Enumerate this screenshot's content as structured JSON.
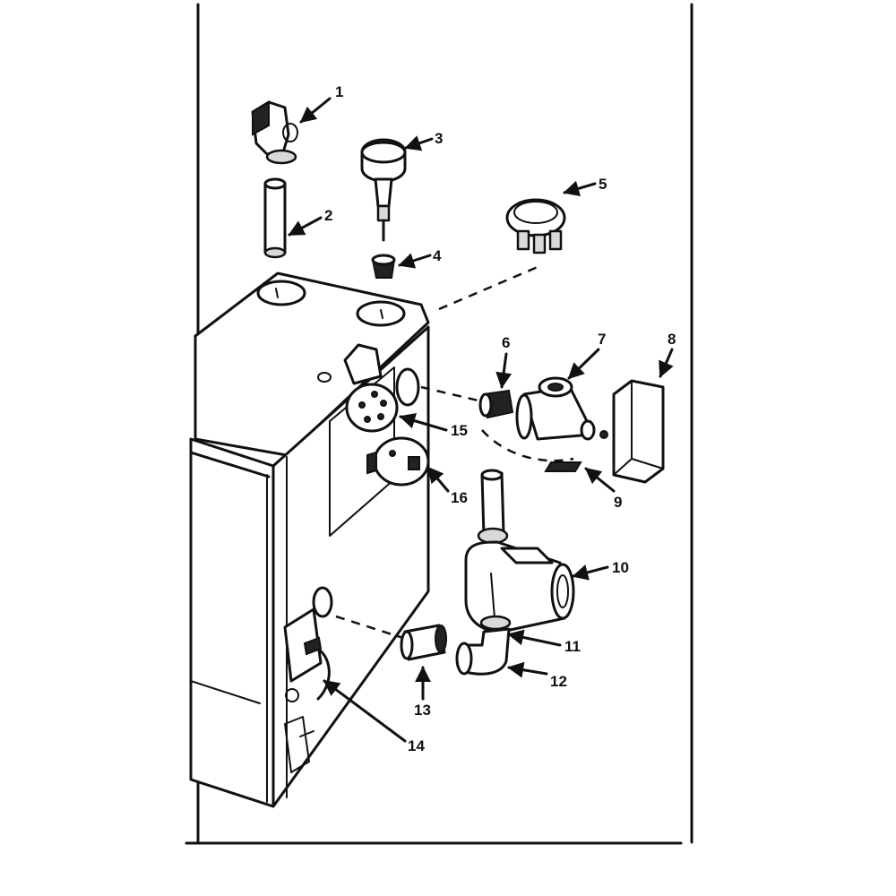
{
  "callouts": [
    {
      "number": "1",
      "part": "part-1"
    },
    {
      "number": "2",
      "part": "part-2"
    },
    {
      "number": "3",
      "part": "part-3"
    },
    {
      "number": "4",
      "part": "part-4"
    },
    {
      "number": "5",
      "part": "part-5"
    },
    {
      "number": "6",
      "part": "part-6"
    },
    {
      "number": "7",
      "part": "part-7"
    },
    {
      "number": "8",
      "part": "part-8"
    },
    {
      "number": "9",
      "part": "part-9"
    },
    {
      "number": "10",
      "part": "part-10"
    },
    {
      "number": "11",
      "part": "part-11"
    },
    {
      "number": "12",
      "part": "part-12"
    },
    {
      "number": "13",
      "part": "part-13"
    },
    {
      "number": "14",
      "part": "part-14"
    },
    {
      "number": "15",
      "part": "part-15"
    },
    {
      "number": "16",
      "part": "part-16"
    }
  ]
}
